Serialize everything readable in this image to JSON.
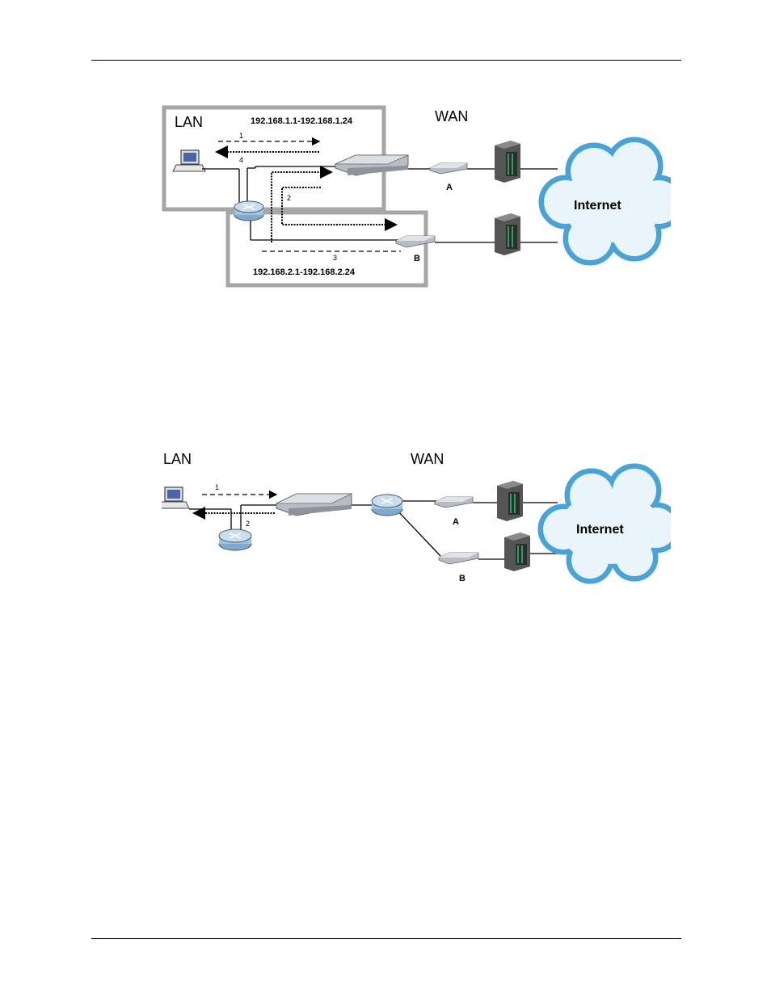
{
  "figure1": {
    "lan_label": "LAN",
    "wan_label": "WAN",
    "lan_range": "192.168.1.1-192.168.1.24",
    "range_b": "192.168.2.1-192.168.2.24",
    "path_labels": [
      "1",
      "4",
      "2",
      "3"
    ],
    "modem_a": "A",
    "modem_b": "B",
    "cloud": "Internet"
  },
  "figure2": {
    "lan_label": "LAN",
    "wan_label": "WAN",
    "path_labels": [
      "1",
      "2"
    ],
    "modem_a": "A",
    "modem_b": "B",
    "cloud": "Internet"
  },
  "colors": {
    "box_border": "#a6a6a6",
    "cloud_fill": "#e9f5fb",
    "cloud_stroke": "#4aa3d6",
    "router": "#9cc4e4"
  }
}
